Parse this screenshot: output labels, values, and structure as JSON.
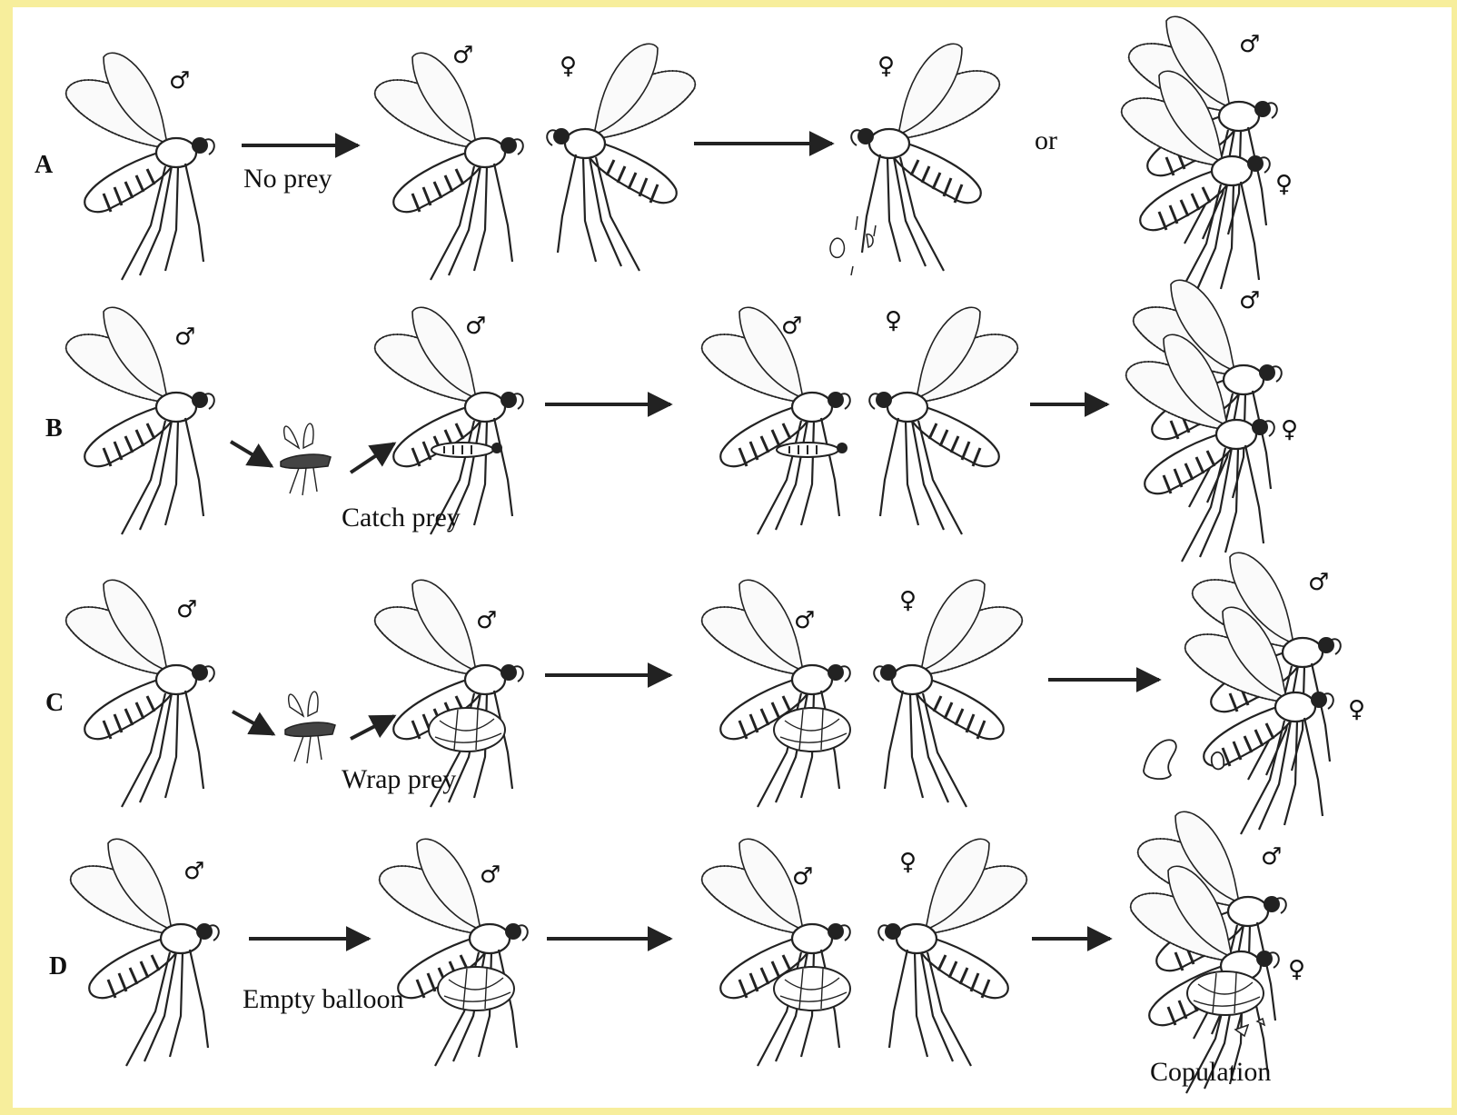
{
  "rows": [
    {
      "label": "A"
    },
    {
      "label": "B"
    },
    {
      "label": "C"
    },
    {
      "label": "D"
    }
  ],
  "captions": {
    "no_prey": "No prey",
    "or": "or",
    "catch_prey": "Catch prey",
    "wrap_prey": "Wrap prey",
    "empty_balloon": "Empty balloon",
    "copulation": "Copulation"
  },
  "symbols": {
    "male": "♂",
    "female": "♀"
  },
  "colors": {
    "page": "#ffffff",
    "frame": "#f7ee9c",
    "ink": "#111111"
  }
}
